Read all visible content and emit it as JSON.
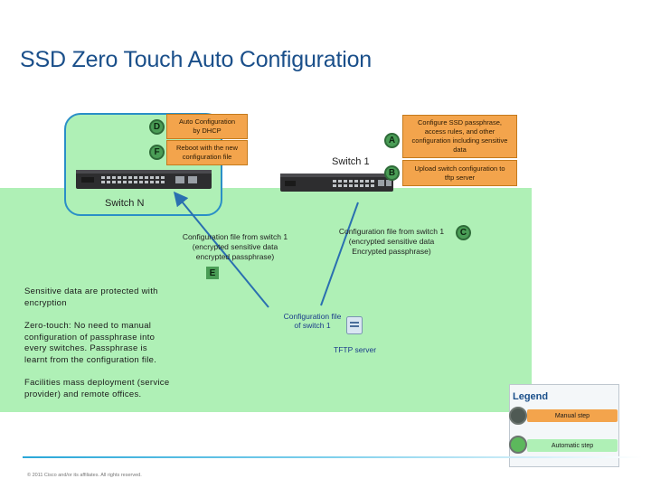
{
  "title": "SSD Zero Touch Auto Configuration",
  "steps": {
    "D": {
      "label": "D",
      "text": [
        "Auto Configuration",
        "by DHCP"
      ]
    },
    "F": {
      "label": "F",
      "text": [
        "Reboot with the new",
        "configuration file"
      ]
    },
    "A": {
      "label": "A",
      "text": [
        "Configure SSD passphrase,",
        "access rules, and other",
        "configuration including sensitive",
        "data"
      ]
    },
    "B": {
      "label": "B",
      "text": [
        "Upload switch configuration to",
        "tftp server"
      ]
    },
    "C": {
      "label": "C",
      "text": [
        "Configuration file from switch 1",
        "(encrypted sensitive data",
        "Encrypted passphrase)"
      ]
    },
    "E": {
      "label": "E",
      "text": [
        "Configuration file from switch 1",
        "(encrypted sensitive data",
        "encrypted passphrase)"
      ]
    }
  },
  "switches": {
    "switch1": "Switch 1",
    "switchN": "Switch N"
  },
  "tftp": {
    "file_label": [
      "Configuration file",
      "of switch 1"
    ],
    "server_label": "TFTP server"
  },
  "notes": {
    "sensitive": [
      "Sensitive data are protected with",
      "encryption"
    ],
    "zero_touch": [
      "Zero-touch: No need to manual",
      "configuration of passphrase into",
      "every switches.  Passphrase is",
      "learnt from the configuration file."
    ],
    "facilities": [
      "Facilities mass deployment (service",
      "provider) and remote offices."
    ]
  },
  "legend": {
    "title": "Legend",
    "manual": "Manual step",
    "automatic": "Automatic step"
  },
  "footer": "© 2011 Cisco and/or its affiliates. All rights reserved.",
  "colors": {
    "green_area": "#aff0b6",
    "orange_step": "#f3a44c",
    "badge_green": "#4a9d56",
    "arrow_blue": "#2a6fb0",
    "title_blue": "#1a4f8a"
  }
}
